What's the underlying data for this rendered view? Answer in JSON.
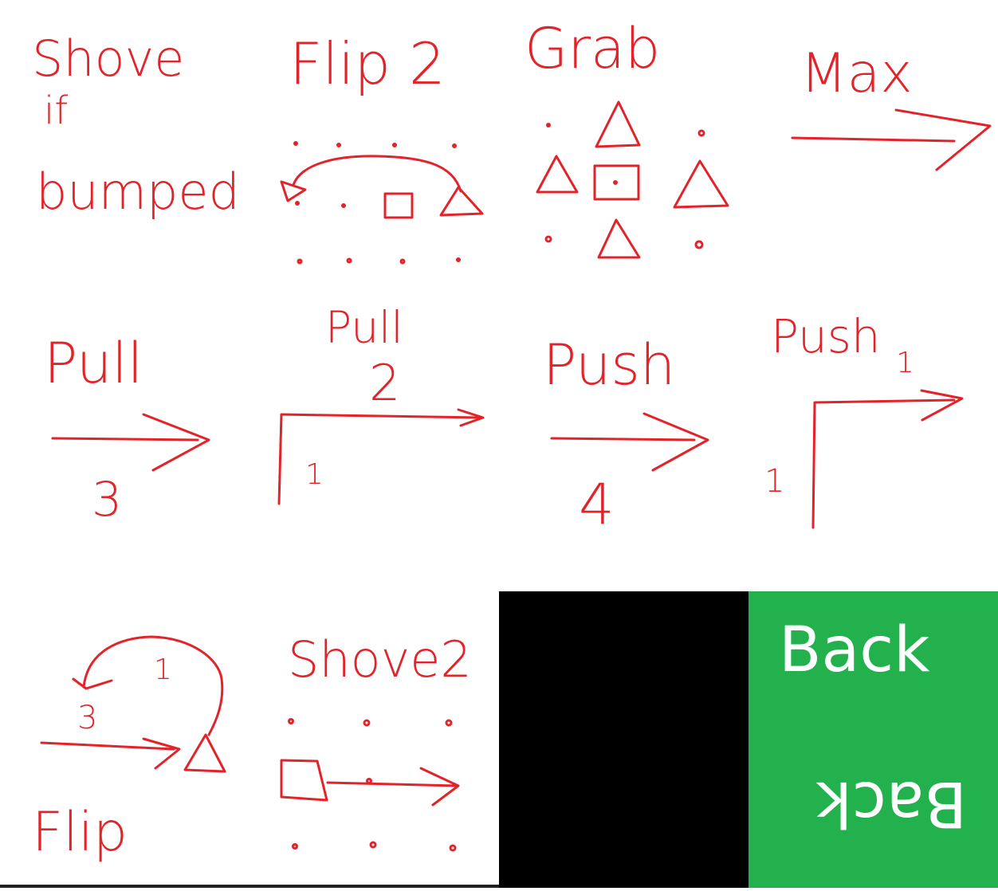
{
  "cards": [
    {
      "id": "shove-if-bumped",
      "lines": [
        "Shove",
        "if",
        "bumped"
      ]
    },
    {
      "id": "flip-2",
      "title": "Flip 2"
    },
    {
      "id": "grab",
      "title": "Grab"
    },
    {
      "id": "max",
      "title": "Max"
    },
    {
      "id": "pull-3",
      "title": "Pull",
      "number": "3"
    },
    {
      "id": "pull-2",
      "title": "Pull",
      "number": "2",
      "corner_number": "1"
    },
    {
      "id": "push-4",
      "title": "Push",
      "number": "4"
    },
    {
      "id": "push-1",
      "title": "Push",
      "number": "1",
      "corner_number": "1"
    },
    {
      "id": "flip",
      "title": "Flip",
      "n1": "1",
      "n2": "3"
    },
    {
      "id": "shove-2",
      "title": "Shove2"
    }
  ],
  "back": {
    "label": "Back",
    "label_flipped": "Back"
  },
  "colors": {
    "ink": "#e2242a",
    "paper": "#ffffff",
    "blank": "#000000",
    "back_bg": "#23b14d",
    "back_text": "#ffffff"
  }
}
